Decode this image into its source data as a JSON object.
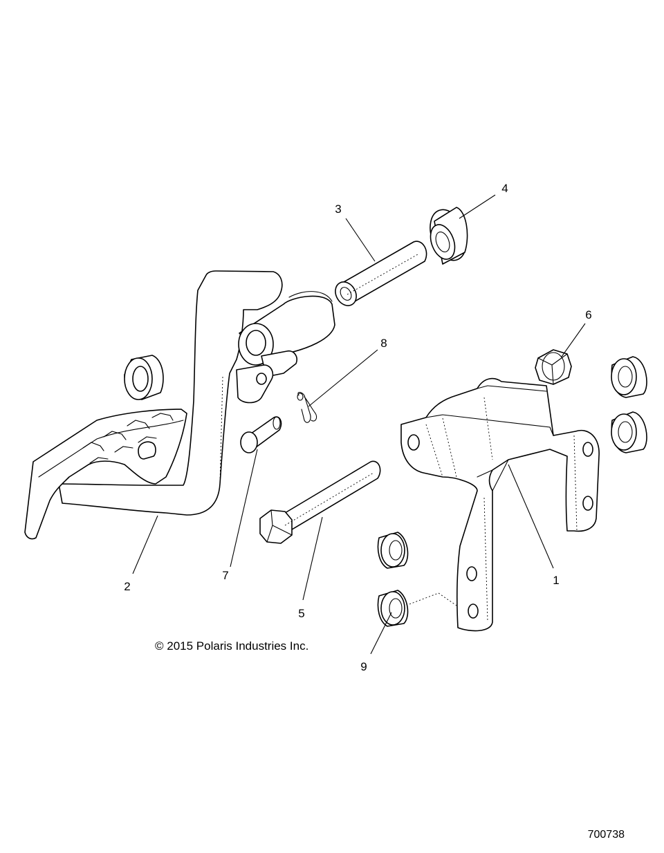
{
  "callouts": [
    {
      "id": "1",
      "label": "1"
    },
    {
      "id": "2",
      "label": "2"
    },
    {
      "id": "3",
      "label": "3"
    },
    {
      "id": "4",
      "label": "4"
    },
    {
      "id": "5",
      "label": "5"
    },
    {
      "id": "6",
      "label": "6"
    },
    {
      "id": "7",
      "label": "7"
    },
    {
      "id": "8",
      "label": "8"
    },
    {
      "id": "9",
      "label": "9"
    }
  ],
  "copyright": "© 2015 Polaris Industries Inc.",
  "figure_number": "700738",
  "colors": {
    "line": "#000000",
    "background": "#ffffff"
  }
}
